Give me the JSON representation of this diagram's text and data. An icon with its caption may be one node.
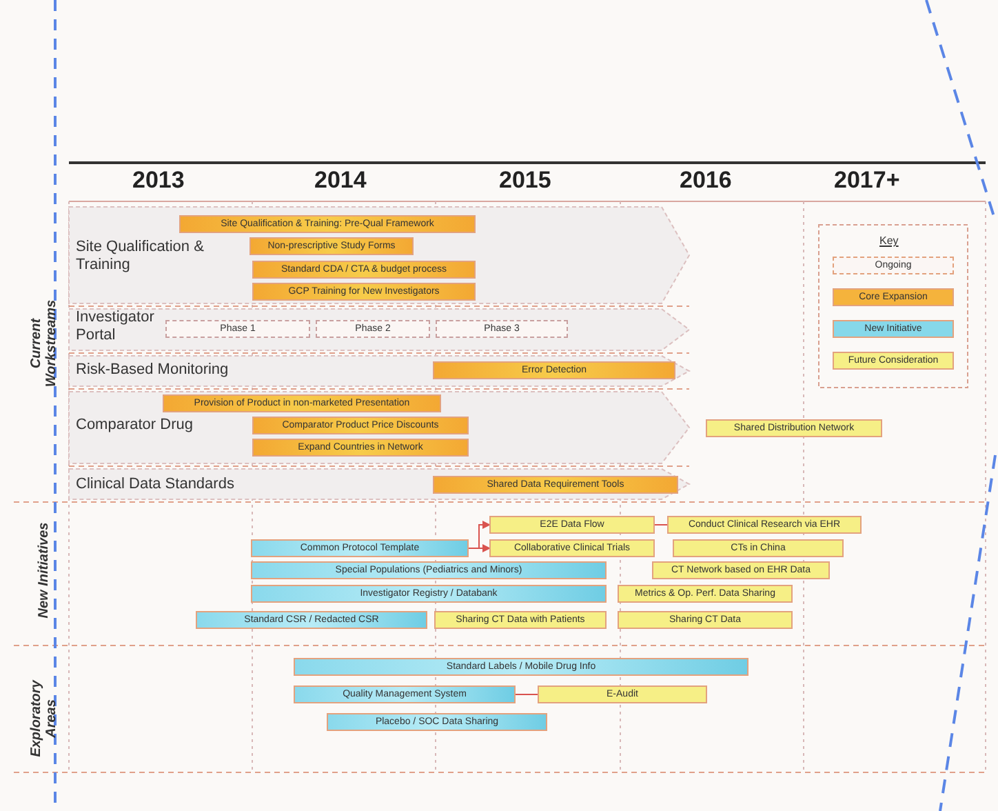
{
  "diagram": {
    "nodes": [
      {
        "text": [
          "Site Qualification & Training: Pre-Qual Framework"
        ]
      },
      {
        "text": [
          "Non-prescriptive Study Forms"
        ]
      },
      {
        "text": [
          "Standard CDA / CTA & budget process"
        ]
      },
      {
        "text": [
          "GCP Training for New Investigators"
        ]
      },
      {
        "text": [
          "Phase 1"
        ]
      },
      {
        "text": [
          "Phase 2"
        ]
      },
      {
        "text": [
          "Phase 3"
        ]
      },
      {
        "text": [
          "Error Detection"
        ]
      },
      {
        "text": [
          "Provision of Product in non-marketed Presentation"
        ]
      },
      {
        "text": [
          "Comparator Product Price Discounts"
        ]
      },
      {
        "text": [
          "Expand Countries in Network"
        ]
      },
      {
        "text": [
          "Shared Distribution Network"
        ]
      },
      {
        "text": [
          "Shared Data Requirement Tools"
        ]
      },
      {
        "text": [
          "E2E Data Flow"
        ]
      },
      {
        "text": [
          "Conduct Clinical Research via EHR"
        ]
      },
      {
        "text": [
          "Common Protocol Template"
        ]
      },
      {
        "text": [
          "Collaborative Clinical Trials"
        ]
      },
      {
        "text": [
          "CTs in China"
        ]
      },
      {
        "text": [
          "Special Populations (Pediatrics and Minors)"
        ]
      },
      {
        "text": [
          "CT Network based on EHR Data"
        ]
      },
      {
        "text": [
          "Investigator Registry / Databank"
        ]
      },
      {
        "text": [
          "Metrics & Op. Perf. Data Sharing"
        ]
      },
      {
        "text": [
          "Standard CSR / Redacted CSR"
        ]
      },
      {
        "text": [
          "Sharing CT Data with Patients"
        ]
      },
      {
        "text": [
          "Sharing CT Data"
        ]
      },
      {
        "text": [
          "Standard Labels / Mobile Drug Info"
        ]
      },
      {
        "text": [
          "Quality Management System"
        ]
      },
      {
        "text": [
          "E-Audit"
        ]
      },
      {
        "text": [
          "Placebo / SOC Data Sharing"
        ]
      }
    ],
    "edges": [
      {
        "from": 15,
        "to": 13,
        "arrow": "to"
      },
      {
        "from": 13,
        "to": 14,
        "arrow": "none"
      },
      {
        "from": 15,
        "to": 16,
        "arrow": "to"
      },
      {
        "from": 26,
        "to": 27,
        "arrow": "none"
      }
    ],
    "labels": [
      "2013",
      "2014",
      "2015",
      "2016",
      "2017+",
      "Key",
      "Current Workstreams",
      "Site Qualification & Training",
      "Investigator Portal",
      "Risk-Based Monitoring",
      "Comparator Drug",
      "Clinical Data Standards",
      "New Initiatives",
      "Exploratory Areas"
    ],
    "legend": [
      {
        "text": "Ongoing",
        "color": "#fbf6f4"
      },
      {
        "text": "Core Expansion",
        "color": "#f5b33c"
      },
      {
        "text": "New Initiative",
        "color": "#86d8ea"
      },
      {
        "text": "Future Consideration",
        "color": "#f6ef86"
      }
    ]
  }
}
